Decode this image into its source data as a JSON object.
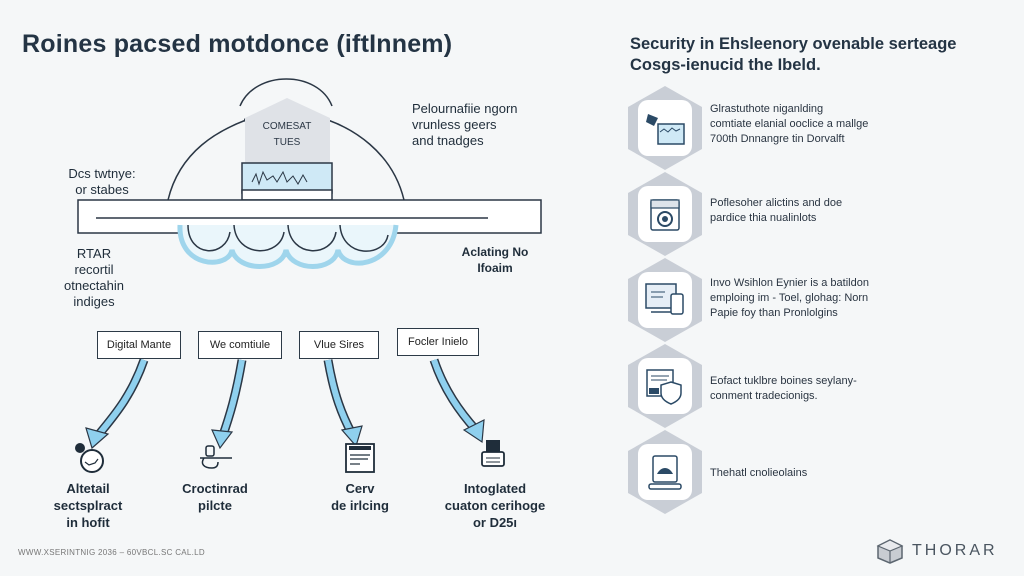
{
  "header": {
    "title": "Roines pacsed motdonce (iftInnem)"
  },
  "right_header": {
    "line1": "Security in Ehsleenory ovenable serteage",
    "line2": "Cosgs-ienucid the Ibeld."
  },
  "diagram": {
    "center_label_line1": "COMESAT",
    "center_label_line2": "TUES",
    "annotation_top_right": [
      "Pelournafiie ngorn",
      "vrunless geers",
      "and tnadges"
    ],
    "annotation_left_top": [
      "Dcs twtnye:",
      "or stabes"
    ],
    "annotation_left_bottom": [
      "RTAR",
      "recortil",
      "otnectahin",
      "indiges"
    ],
    "annotation_right_bottom": [
      "Aclating No",
      "Ifoaim"
    ],
    "boxes": [
      {
        "label": "Digital Mante"
      },
      {
        "label": "We comtiule"
      },
      {
        "label": "Vlue Sires"
      },
      {
        "label": "Focler Inielo"
      }
    ],
    "outputs": [
      {
        "icon": "stopwatch-icon",
        "lines": [
          "Altetail",
          "sectsplract",
          "in hofit"
        ]
      },
      {
        "icon": "person-tool-icon",
        "lines": [
          "Croctinrad",
          "pilcte"
        ]
      },
      {
        "icon": "document-window-icon",
        "lines": [
          "Cerv",
          "de irlcing"
        ]
      },
      {
        "icon": "card-reader-icon",
        "lines": [
          "Intoglated",
          "cuaton cerihoge",
          "or D25ı"
        ]
      }
    ],
    "arrow_color": "#8fd0ee",
    "water_color": "#c7e8f5"
  },
  "features": [
    {
      "icon": "water-tank-icon",
      "lines": [
        "Glrastuthote niganlding",
        "comtiate elanial ooclice a mallge",
        "700th Dnnangre tin Dorvalft"
      ]
    },
    {
      "icon": "washing-machine-icon",
      "lines": [
        "Poflesoher alictins and doe",
        "pardice thia nualinlots"
      ]
    },
    {
      "icon": "computer-mobile-icon",
      "lines": [
        "Invo Wsihlon Eynier is a batildon",
        "emploing im - Toel, glohag: Norn",
        "Papie foy than Pronlolgins"
      ]
    },
    {
      "icon": "document-shield-icon",
      "lines": [
        "Eofact tuklbre boines seylany-",
        "conment tradecionigs."
      ]
    },
    {
      "icon": "tablet-device-icon",
      "lines": [
        "Thehatl cnolieolains"
      ]
    }
  ],
  "footer": {
    "text": "WWW.XSERINTNIG 2036 – 60VBCL.SC CAL.LD"
  },
  "brand": {
    "name": "THORAR",
    "color": "#4a5560"
  }
}
